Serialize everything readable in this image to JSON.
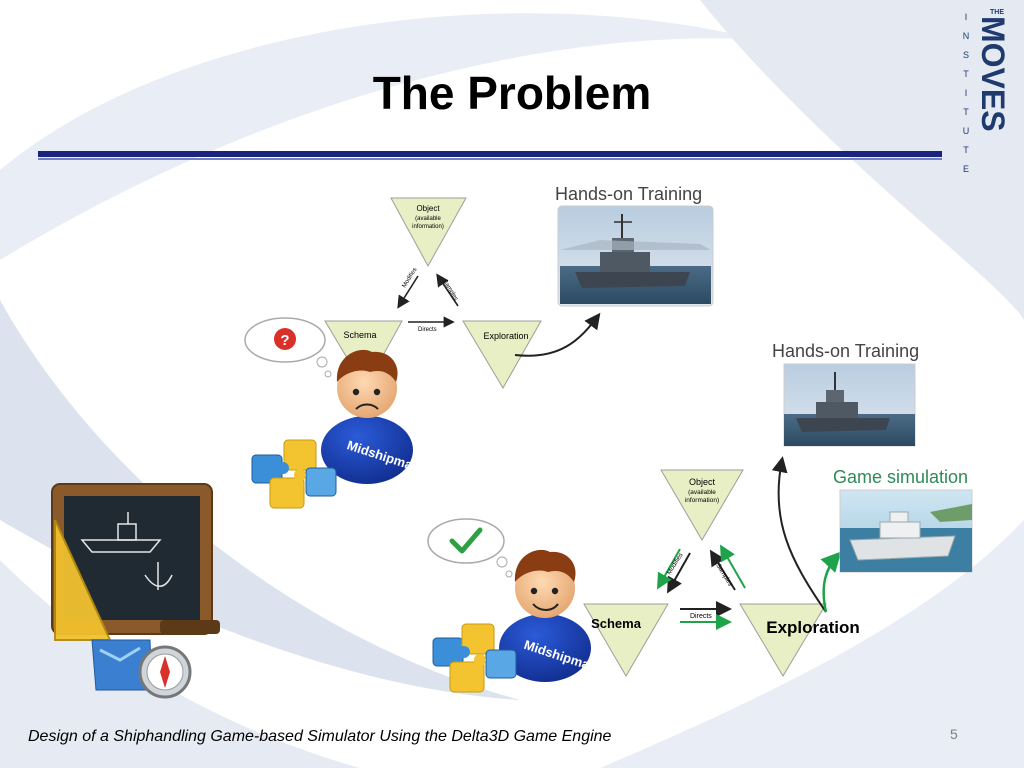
{
  "slide": {
    "title": "The Problem",
    "footer": "Design of a Shiphandling Game-based Simulator Using the Delta3D Game Engine",
    "page_number": "5"
  },
  "logo": {
    "the": "THE",
    "moves": "MOVES",
    "institute_letters": [
      "I",
      "N",
      "S",
      "T",
      "I",
      "T",
      "U",
      "T",
      "E"
    ],
    "color": "#1f3a6e"
  },
  "top_diagram": {
    "object_label": "Object",
    "object_sub1": "(available",
    "object_sub2": "information)",
    "schema_label": "Schema",
    "exploration_label": "Exploration",
    "modifies_label": "Modifies",
    "samples_label": "Samples",
    "directs_label": "Directs",
    "hands_on_label": "Hands-on Training",
    "thought_icon": "question-mark",
    "character_shirt": "Midshipman"
  },
  "bottom_diagram": {
    "object_label": "Object",
    "object_sub1": "(available",
    "object_sub2": "information)",
    "schema_label": "Schema",
    "exploration_label": "Exploration",
    "modifies_label": "Modifies",
    "samples_label": "Samples",
    "directs_label": "Directs",
    "hands_on_label": "Hands-on Training",
    "game_sim_label": "Game simulation",
    "thought_icon": "checkmark",
    "character_shirt": "Midshipman"
  },
  "colors": {
    "triangle_fill": "#e8efc4",
    "title_rule": "#1a237e",
    "game_sim_text": "#2e8b57",
    "green_arrow": "#1fa34a"
  }
}
